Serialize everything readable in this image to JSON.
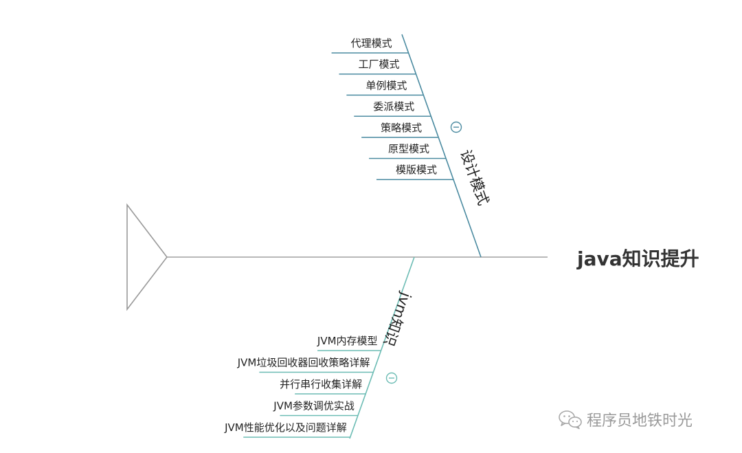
{
  "root": {
    "label": "java知识提升"
  },
  "branches": [
    {
      "id": "design-patterns",
      "label": "设计模式",
      "color": "#4a8aa0",
      "collapse_symbol": "−",
      "leaves": [
        "代理模式",
        "工厂模式",
        "单例模式",
        "委派模式",
        "策略模式",
        "原型模式",
        "模版模式"
      ]
    },
    {
      "id": "jvm",
      "label": "jvm知识",
      "color": "#6cbcb4",
      "collapse_symbol": "−",
      "leaves": [
        "JVM内存模型",
        "JVM垃圾回收器回收策略详解",
        "并行串行收集详解",
        "JVM参数调优实战",
        "JVM性能优化以及问题详解"
      ]
    }
  ],
  "watermark": {
    "text": "程序员地铁时光",
    "icon": "wechat-icon"
  },
  "colors": {
    "spine": "#a0a0a0",
    "head": "#999999",
    "text": "#222222",
    "root_text": "#333333"
  }
}
